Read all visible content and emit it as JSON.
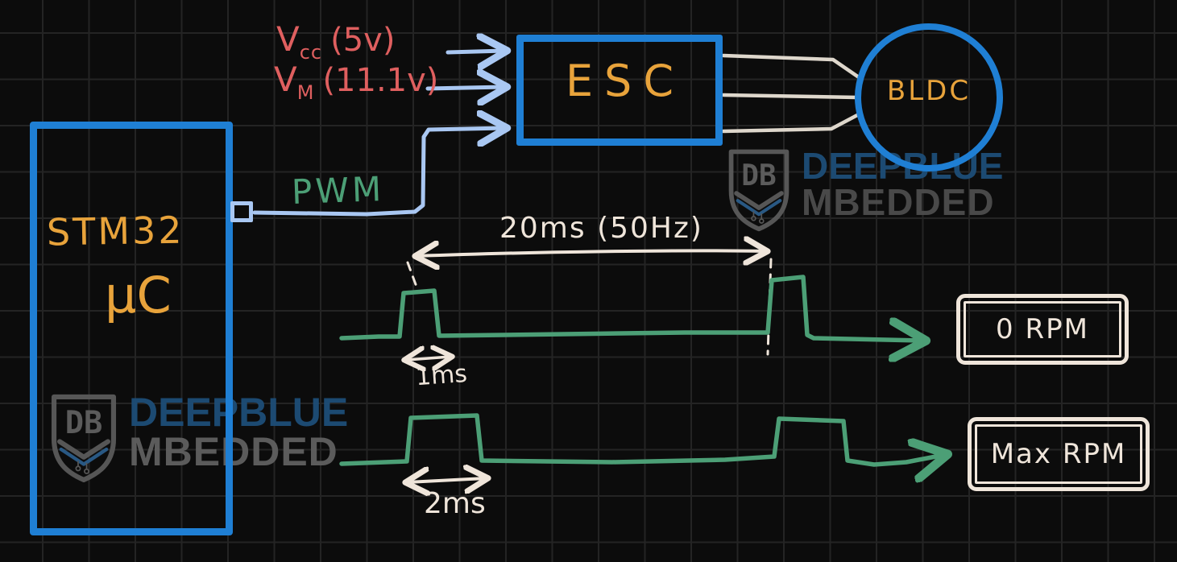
{
  "colors": {
    "bg": "#0c0c0c",
    "grid": "#242424",
    "blue": "#1f7fd4",
    "lightblue": "#a9c7f2",
    "orange": "#e8a33b",
    "red": "#df5f5f",
    "green": "#4c9f76",
    "cream": "#efe5da",
    "wmblue": "#1d4e78",
    "wmgray": "#4d4d4d"
  },
  "mcu": {
    "name": "STM32",
    "type": "µC"
  },
  "esc": {
    "label": "ESC"
  },
  "motor": {
    "label": "BLDC"
  },
  "supply": {
    "vcc": {
      "symbol": "V",
      "subscript": "cc",
      "value": "(5v)"
    },
    "vm": {
      "symbol": "V",
      "subscript": "M",
      "value": "(11.1v)"
    }
  },
  "signal": {
    "label": "PWM"
  },
  "timing": {
    "period": "20ms (50Hz)",
    "pulse_min": "1ms",
    "pulse_max": "2ms",
    "result_min": "0 RPM",
    "result_max": "Max RPM"
  },
  "watermark": {
    "monogram": "DB",
    "line1": "DEEPBLUE",
    "line2": "MBEDDED"
  }
}
